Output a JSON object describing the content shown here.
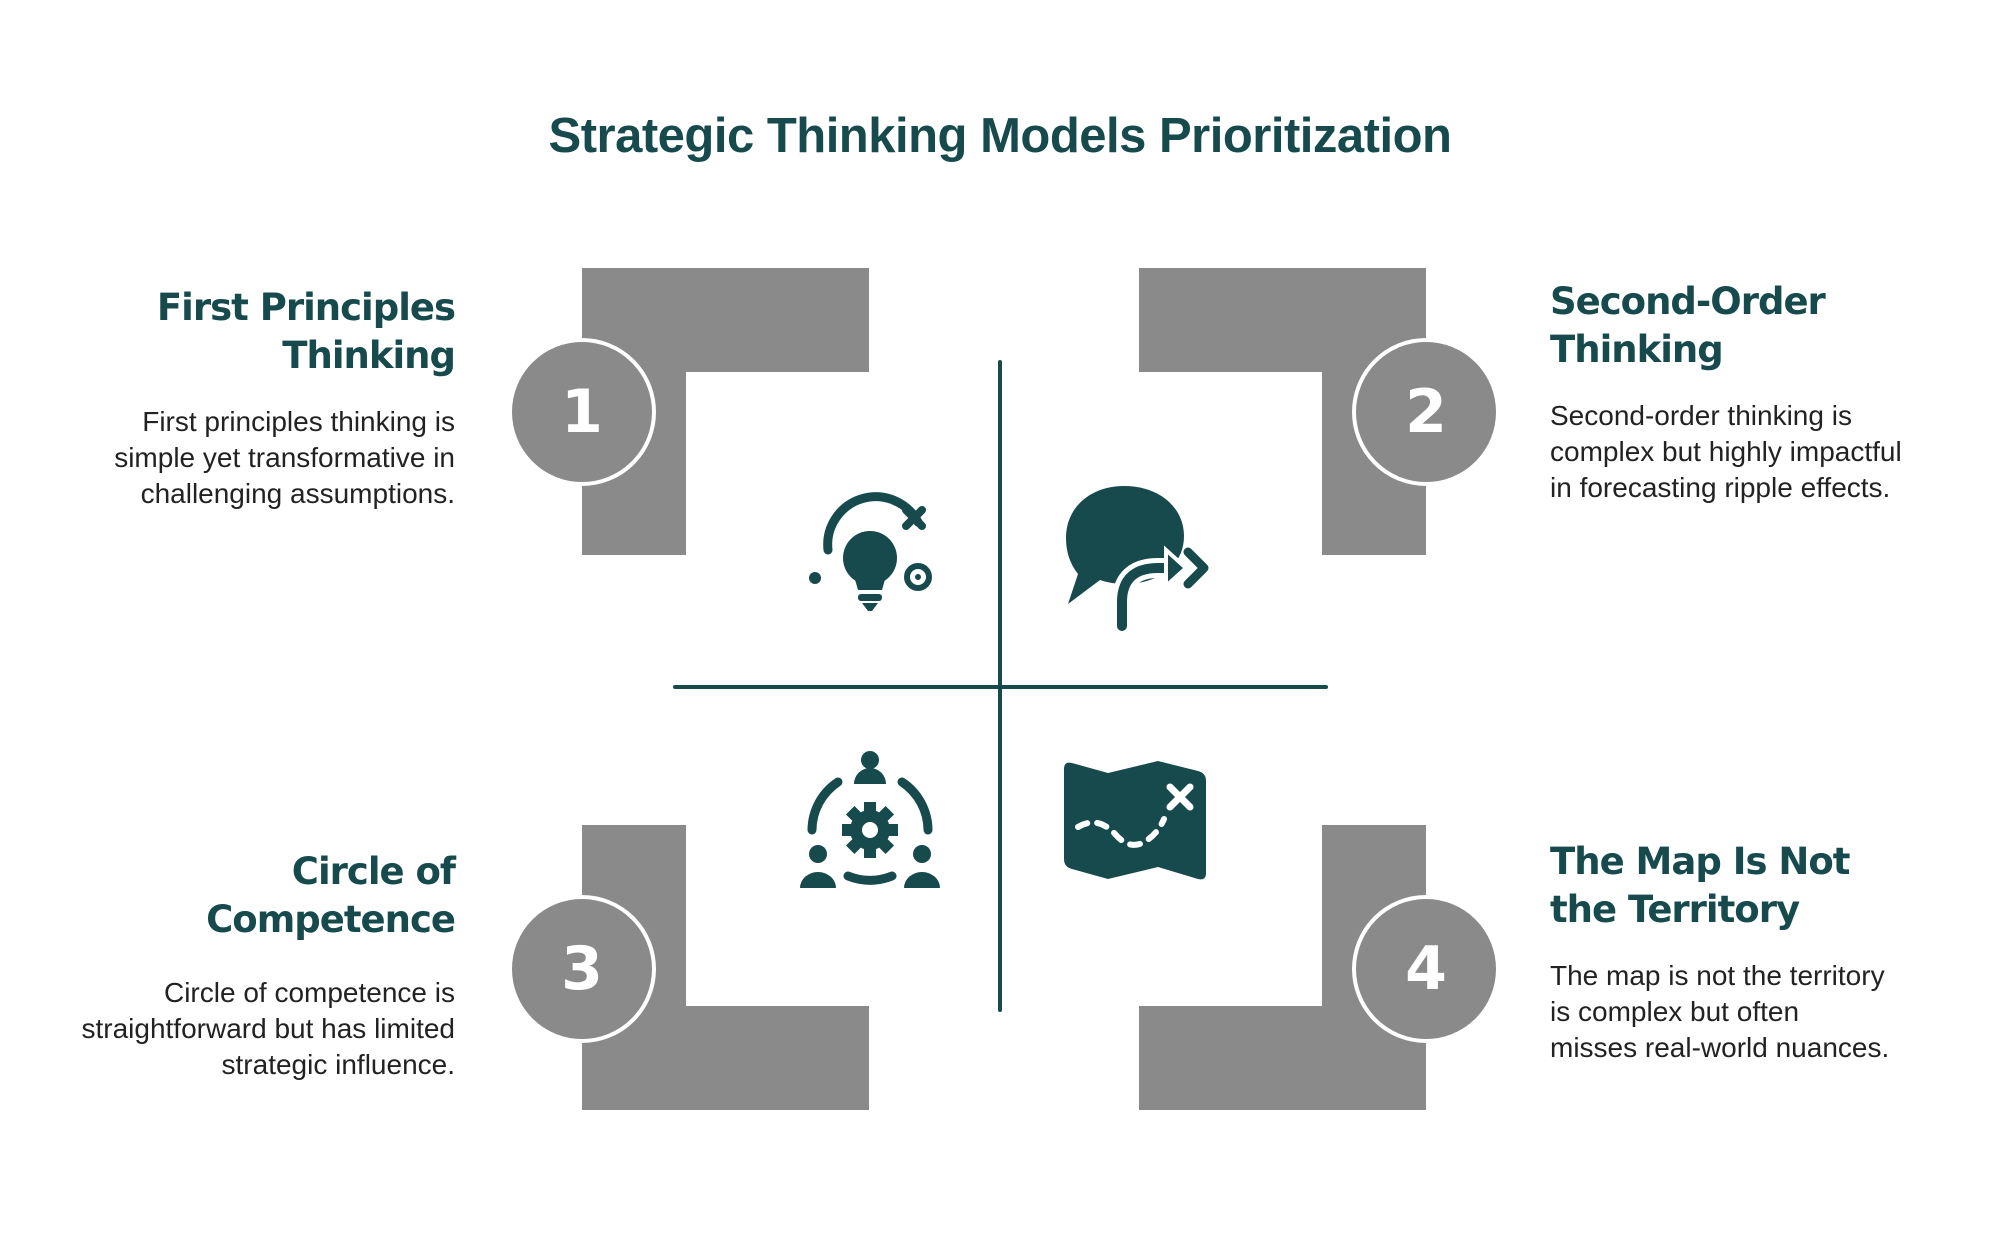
{
  "title": "Strategic Thinking Models Prioritization",
  "colors": {
    "primary": "#174a4c",
    "bracket": "#8a8a8a",
    "text": "#222222"
  },
  "quadrants": [
    {
      "number": "1",
      "heading": "First Principles Thinking",
      "description": "First principles thinking is simple yet transformative in challenging assumptions.",
      "icon": "lightbulb-orbit-icon"
    },
    {
      "number": "2",
      "heading": "Second-Order Thinking",
      "description": "Second-order thinking is complex but highly impactful in forecasting ripple effects.",
      "icon": "speech-bubble-forward-arrow-icon"
    },
    {
      "number": "3",
      "heading": "Circle of Competence",
      "description": "Circle of competence is straightforward but has limited strategic influence.",
      "icon": "team-gear-circle-icon"
    },
    {
      "number": "4",
      "heading": "The Map Is Not the Territory",
      "description": "The map is not the territory is complex but often misses real-world nuances.",
      "icon": "treasure-map-icon"
    }
  ]
}
